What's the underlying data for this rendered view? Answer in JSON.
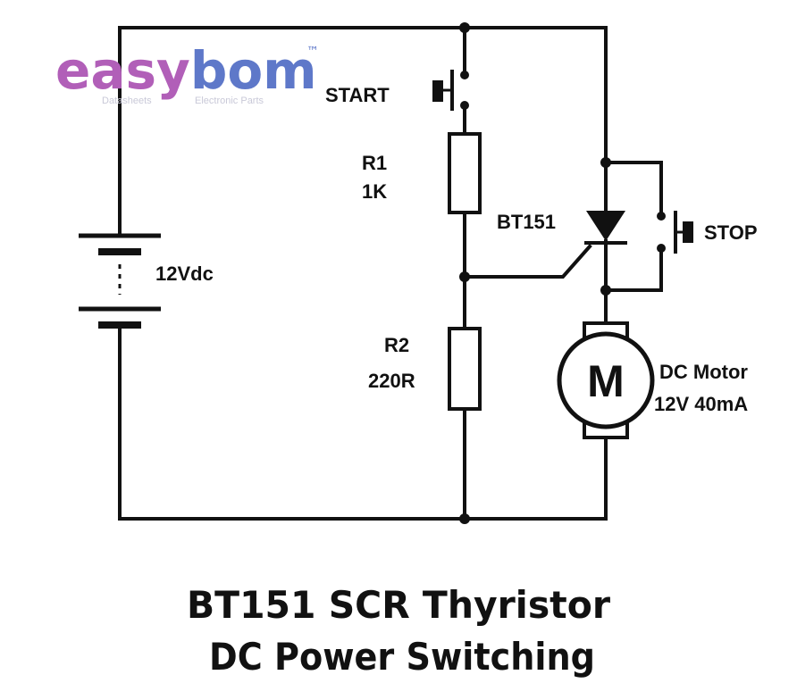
{
  "logo": {
    "brand": "easybom",
    "brand_part1": "easy",
    "brand_part2": "bom",
    "trademark": "™",
    "tagline_left": "Datasheets",
    "tagline_right": "Electronic Parts",
    "colors": {
      "part1": "#b15fb8",
      "part2": "#5e78c9",
      "tagline": "#c9c9d8"
    }
  },
  "labels": {
    "start": "START",
    "stop": "STOP",
    "r1_name": "R1",
    "r1_value": "1K",
    "r2_name": "R2",
    "r2_value": "220R",
    "scr": "BT151",
    "battery": "12Vdc",
    "motor_symbol": "M",
    "motor_name": "DC Motor",
    "motor_rating": "12V 40mA"
  },
  "title": {
    "line1": "BT151 SCR Thyristor",
    "line2": "DC Power Switching"
  },
  "colors": {
    "ink": "#111111",
    "background": "#ffffff"
  }
}
